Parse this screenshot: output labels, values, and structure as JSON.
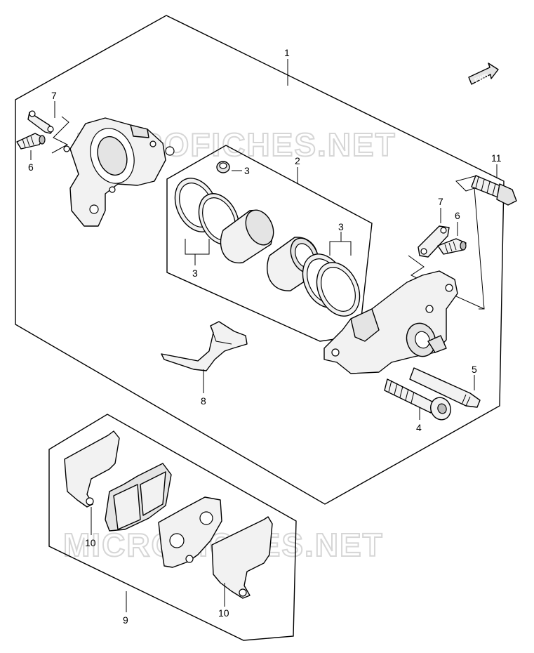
{
  "watermark": {
    "text": "MICROFICHES.NET"
  },
  "fwd_arrow": {
    "label": "FWD"
  },
  "callouts": {
    "c1": "1",
    "c2": "2",
    "c3a": "3",
    "c3b": "3",
    "c3c": "3",
    "c4": "4",
    "c5": "5",
    "c6a": "6",
    "c6b": "6",
    "c7a": "7",
    "c7b": "7",
    "c8": "8",
    "c9": "9",
    "c10a": "10",
    "c10b": "10",
    "c11": "11"
  }
}
